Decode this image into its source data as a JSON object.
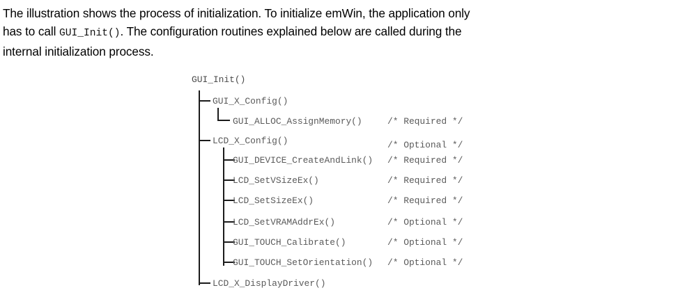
{
  "intro": {
    "line1": "The illustration shows the process of initialization. To initialize emWin, the application only",
    "line2_a": "has to call ",
    "line2_code": "GUI_Init()",
    "line2_b": ". The configuration routines explained below are called during the",
    "line3": "internal initialization process."
  },
  "diagram": {
    "root": "GUI_Init()",
    "nodes": [
      {
        "label": "GUI_X_Config()",
        "comment": "",
        "level": 1
      },
      {
        "label": "GUI_ALLOC_AssignMemory()",
        "comment": "/* Required */",
        "level": 2
      },
      {
        "label": "LCD_X_Config()",
        "comment": "/* Optional */",
        "level": 1
      },
      {
        "label": "GUI_DEVICE_CreateAndLink()",
        "comment": "/* Required */",
        "level": 2
      },
      {
        "label": "LCD_SetVSizeEx()",
        "comment": "/* Required */",
        "level": 2
      },
      {
        "label": "LCD_SetSizeEx()",
        "comment": "/* Required */",
        "level": 2
      },
      {
        "label": "LCD_SetVRAMAddrEx()",
        "comment": "/* Optional */",
        "level": 2
      },
      {
        "label": "GUI_TOUCH_Calibrate()",
        "comment": "/* Optional */",
        "level": 2
      },
      {
        "label": "GUI_TOUCH_SetOrientation()",
        "comment": "/* Optional */",
        "level": 2
      },
      {
        "label": "LCD_X_DisplayDriver()",
        "comment": "",
        "level": 1
      }
    ]
  },
  "colors": {
    "text": "#000000",
    "node_text": "#5a5a5a",
    "connector": "#1b1b1b",
    "background": "#ffffff"
  }
}
